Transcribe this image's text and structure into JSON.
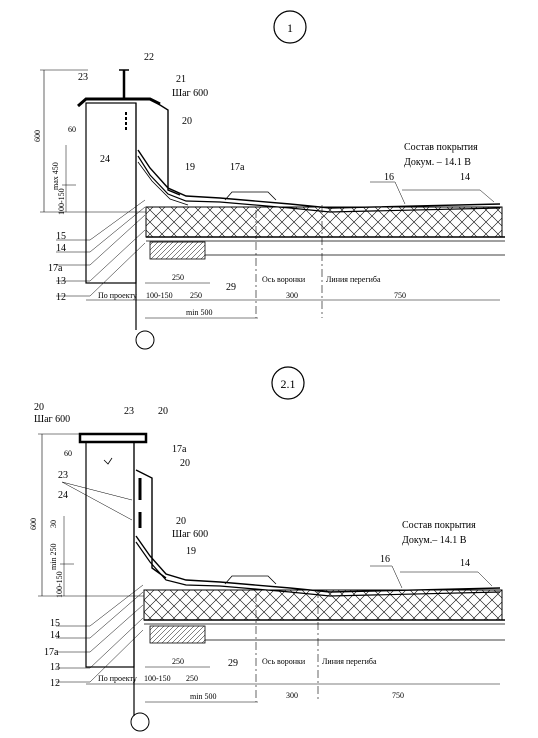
{
  "detail1": {
    "marker": "1",
    "composition_title": "Состав покрытия",
    "composition_ref": "Докум. – 14.1 В",
    "step_label": "Шаг 600",
    "labels": {
      "l22": "22",
      "l23": "23",
      "l21": "21",
      "l20": "20",
      "l24": "24",
      "l19": "19",
      "l17a_top": "17а",
      "l16": "16",
      "l14_right": "14",
      "l15": "15",
      "l14": "14",
      "l17a": "17а",
      "l13": "13",
      "l12": "12",
      "l29": "29"
    },
    "dims": {
      "h600": "600",
      "max450": "max 450",
      "d60": "60",
      "d100_150": "100-150",
      "d250a": "250",
      "d250b": "250",
      "d100_150b": "100-150",
      "min500": "min 500",
      "d300": "300",
      "d750": "750",
      "po_proektu": "По проекту"
    },
    "axis_funnel": "Ось воронки",
    "bend_line": "Линия перегиба"
  },
  "detail2": {
    "marker": "2.1",
    "composition_title": "Состав покрытия",
    "composition_ref": "Докум.– 14.1 В",
    "step_label_top": "Шаг 600",
    "step_label_mid": "Шаг 600",
    "labels": {
      "l20_top": "20",
      "l23_top": "23",
      "l20_right": "20",
      "l17a_top": "17а",
      "l20_mid": "20",
      "l23": "23",
      "l24": "24",
      "l20_b": "20",
      "l19": "19",
      "l16": "16",
      "l14_right": "14",
      "l15": "15",
      "l14": "14",
      "l17a": "17а",
      "l13": "13",
      "l12": "12",
      "l29": "29"
    },
    "dims": {
      "h600": "600",
      "min250": "min 250",
      "d60": "60",
      "d30": "30",
      "d100_150": "100-150",
      "d250a": "250",
      "d250b": "250",
      "d100_150b": "100-150",
      "min500": "min 500",
      "d300": "300",
      "d750": "750",
      "po_proektu": "По проекту"
    },
    "axis_funnel": "Ось воронки",
    "bend_line": "Линия перегиба"
  }
}
